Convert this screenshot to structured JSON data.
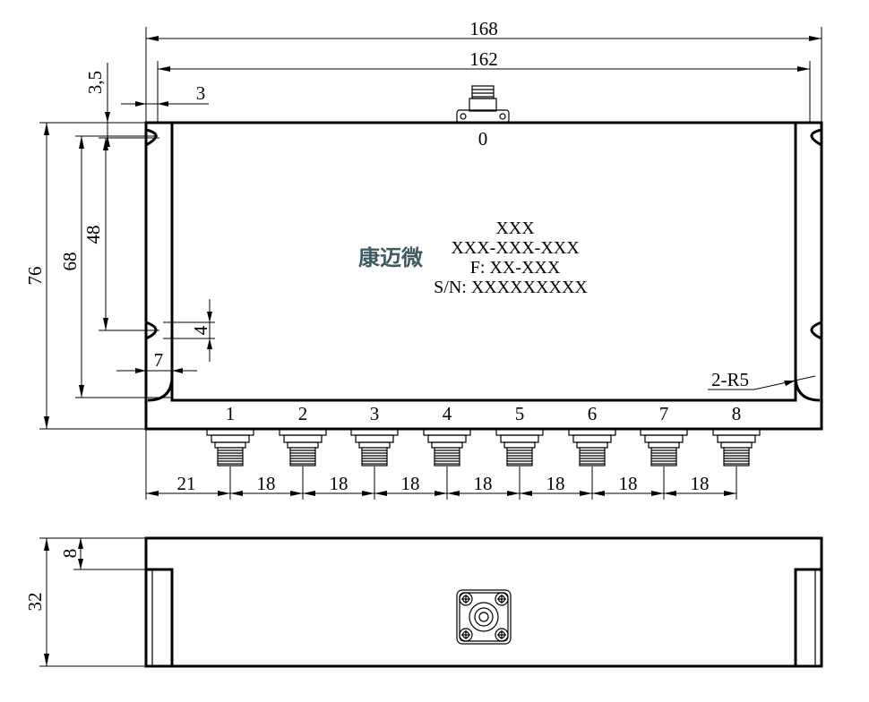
{
  "dimensions": {
    "overall_length": "168",
    "body_length": "162",
    "ear_offset": "3,5",
    "ear_width": "3",
    "overall_height": "76",
    "slot_span_outer": "68",
    "slot_span_inner": "48",
    "slot_width": "4",
    "ear_depth": "7",
    "corner_radius": "2-R5",
    "first_port_offset": "21",
    "port_pitch": "18",
    "side_thickness": "8",
    "side_height": "32"
  },
  "ports": {
    "input": "0",
    "outputs": [
      "1",
      "2",
      "3",
      "4",
      "5",
      "6",
      "7",
      "8"
    ]
  },
  "label": {
    "brand": "康迈微",
    "line1": "XXX",
    "line2": "XXX-XXX-XXX",
    "line3": "F: XX-XXX",
    "line4": "S/N: XXXXXXXXX"
  },
  "colors": {
    "outline": "#000000",
    "brand": "#3f5a63",
    "background": "#ffffff"
  }
}
